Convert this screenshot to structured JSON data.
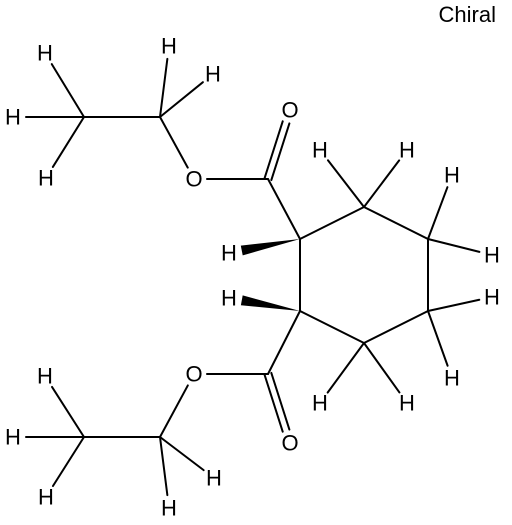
{
  "label": "Chiral",
  "molecule": {
    "atoms": [
      {
        "id": "C1",
        "el": "C",
        "show": false
      },
      {
        "id": "C2",
        "el": "C",
        "show": false
      },
      {
        "id": "C3",
        "el": "C",
        "show": false
      },
      {
        "id": "C4",
        "el": "C",
        "show": false
      },
      {
        "id": "C5",
        "el": "C",
        "show": false
      },
      {
        "id": "C6",
        "el": "C",
        "show": false
      },
      {
        "id": "Cc1",
        "el": "C",
        "show": false
      },
      {
        "id": "Od1",
        "el": "O",
        "show": true
      },
      {
        "id": "Os1",
        "el": "O",
        "show": true
      },
      {
        "id": "Cm1",
        "el": "C",
        "show": false
      },
      {
        "id": "Ct1",
        "el": "C",
        "show": false
      },
      {
        "id": "Cc2",
        "el": "C",
        "show": false
      },
      {
        "id": "Od2",
        "el": "O",
        "show": true
      },
      {
        "id": "Os2",
        "el": "O",
        "show": true
      },
      {
        "id": "Cm2",
        "el": "C",
        "show": false
      },
      {
        "id": "Ct2",
        "el": "C",
        "show": false
      },
      {
        "id": "H1",
        "el": "H",
        "show": true
      },
      {
        "id": "H2",
        "el": "H",
        "show": true
      },
      {
        "id": "H3a",
        "el": "H",
        "show": true
      },
      {
        "id": "H3b",
        "el": "H",
        "show": true
      },
      {
        "id": "H4a",
        "el": "H",
        "show": true
      },
      {
        "id": "H4b",
        "el": "H",
        "show": true
      },
      {
        "id": "H5a",
        "el": "H",
        "show": true
      },
      {
        "id": "H5b",
        "el": "H",
        "show": true
      },
      {
        "id": "H6a",
        "el": "H",
        "show": true
      },
      {
        "id": "H6b",
        "el": "H",
        "show": true
      },
      {
        "id": "Hm1a",
        "el": "H",
        "show": true
      },
      {
        "id": "Hm1b",
        "el": "H",
        "show": true
      },
      {
        "id": "Ht1a",
        "el": "H",
        "show": true
      },
      {
        "id": "Ht1b",
        "el": "H",
        "show": true
      },
      {
        "id": "Ht1c",
        "el": "H",
        "show": true
      },
      {
        "id": "Hm2a",
        "el": "H",
        "show": true
      },
      {
        "id": "Hm2b",
        "el": "H",
        "show": true
      },
      {
        "id": "Ht2a",
        "el": "H",
        "show": true
      },
      {
        "id": "Ht2b",
        "el": "H",
        "show": true
      },
      {
        "id": "Ht2c",
        "el": "H",
        "show": true
      }
    ],
    "bonds": [
      {
        "a": "C1",
        "b": "C2",
        "order": 1
      },
      {
        "a": "C2",
        "b": "C3",
        "order": 1
      },
      {
        "a": "C3",
        "b": "C4",
        "order": 1
      },
      {
        "a": "C4",
        "b": "C5",
        "order": 1
      },
      {
        "a": "C5",
        "b": "C6",
        "order": 1
      },
      {
        "a": "C6",
        "b": "C1",
        "order": 1
      },
      {
        "a": "C1",
        "b": "Cc1",
        "order": 1
      },
      {
        "a": "Cc1",
        "b": "Od1",
        "order": 2
      },
      {
        "a": "Cc1",
        "b": "Os1",
        "order": 1
      },
      {
        "a": "Os1",
        "b": "Cm1",
        "order": 1
      },
      {
        "a": "Cm1",
        "b": "Ct1",
        "order": 1
      },
      {
        "a": "C6",
        "b": "Cc2",
        "order": 1
      },
      {
        "a": "Cc2",
        "b": "Od2",
        "order": 2
      },
      {
        "a": "Cc2",
        "b": "Os2",
        "order": 1
      },
      {
        "a": "Os2",
        "b": "Cm2",
        "order": 1
      },
      {
        "a": "Cm2",
        "b": "Ct2",
        "order": 1
      },
      {
        "a": "C1",
        "b": "H1",
        "order": 1,
        "stereo": "wedge"
      },
      {
        "a": "C6",
        "b": "H2",
        "order": 1,
        "stereo": "wedge"
      },
      {
        "a": "C2",
        "b": "H3a",
        "order": 1
      },
      {
        "a": "C2",
        "b": "H3b",
        "order": 1
      },
      {
        "a": "C3",
        "b": "H4a",
        "order": 1
      },
      {
        "a": "C3",
        "b": "H4b",
        "order": 1
      },
      {
        "a": "C4",
        "b": "H5a",
        "order": 1
      },
      {
        "a": "C4",
        "b": "H5b",
        "order": 1
      },
      {
        "a": "C5",
        "b": "H6a",
        "order": 1
      },
      {
        "a": "C5",
        "b": "H6b",
        "order": 1
      },
      {
        "a": "Cm1",
        "b": "Hm1a",
        "order": 1
      },
      {
        "a": "Cm1",
        "b": "Hm1b",
        "order": 1
      },
      {
        "a": "Ct1",
        "b": "Ht1a",
        "order": 1
      },
      {
        "a": "Ct1",
        "b": "Ht1b",
        "order": 1
      },
      {
        "a": "Ct1",
        "b": "Ht1c",
        "order": 1
      },
      {
        "a": "Cm2",
        "b": "Hm2a",
        "order": 1
      },
      {
        "a": "Cm2",
        "b": "Hm2b",
        "order": 1
      },
      {
        "a": "Ct2",
        "b": "Ht2a",
        "order": 1
      },
      {
        "a": "Ct2",
        "b": "Ht2b",
        "order": 1
      },
      {
        "a": "Ct2",
        "b": "Ht2c",
        "order": 1
      }
    ]
  }
}
